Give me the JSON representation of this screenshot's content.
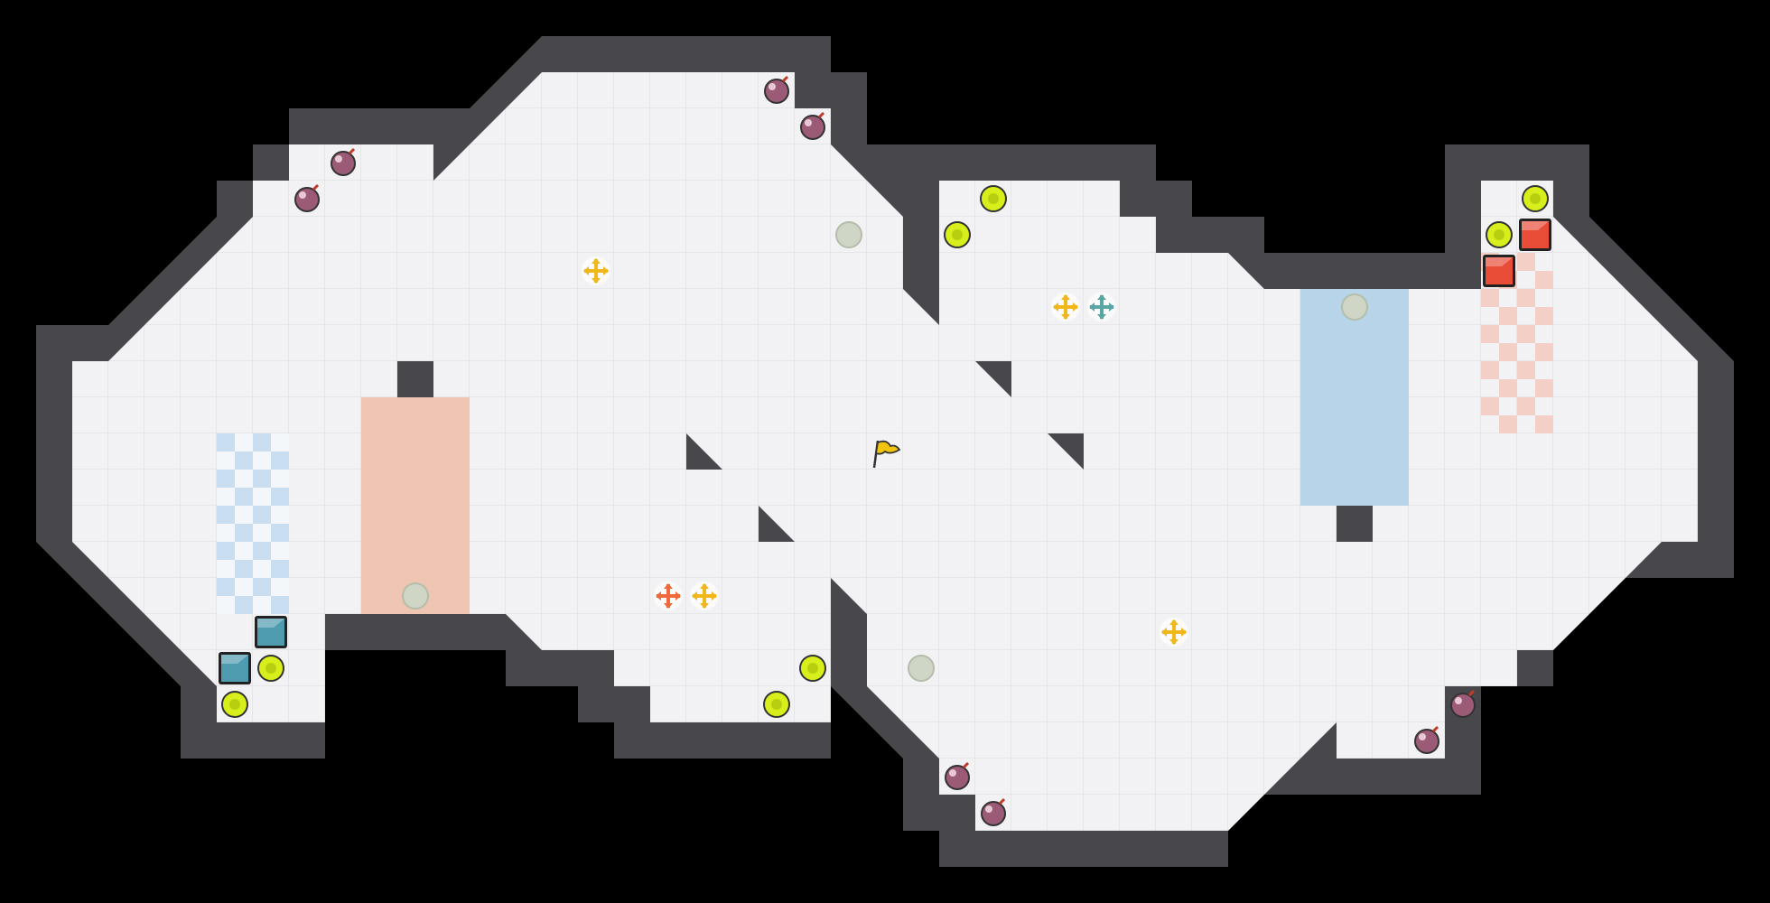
{
  "game": {
    "name": "",
    "cell_size_px_source": 32
  },
  "colors": {
    "background": "#000000",
    "wall": "#48484c",
    "floor": "#f2f2f4",
    "grid": "#dedee2",
    "salmon_zone": "#efc6b4",
    "blue_zone": "#b7d4e8",
    "blue_check_a": "#c9def0",
    "blue_check_b": "#f4f7fa",
    "pink_check": "#f3cfc6",
    "yellow_coin": "#d9ef1c",
    "grey_pad": "#cfd6c6",
    "bomb": "#9b5a76",
    "red_block": "#e94d38",
    "teal_block": "#4f9bb0",
    "flag": "#f1c40f"
  },
  "entities": {
    "flag": {
      "icon": "flag-icon",
      "col": 24,
      "row": 12
    },
    "yellow_coins": [
      {
        "col": 27,
        "row": 5
      },
      {
        "col": 26,
        "row": 6
      },
      {
        "col": 42,
        "row": 5
      },
      {
        "col": 41,
        "row": 6
      },
      {
        "col": 7,
        "row": 18
      },
      {
        "col": 6,
        "row": 19
      },
      {
        "col": 22,
        "row": 18
      },
      {
        "col": 21,
        "row": 19
      }
    ],
    "grey_pads": [
      {
        "col": 23,
        "row": 6
      },
      {
        "col": 37,
        "row": 8
      },
      {
        "col": 11,
        "row": 16
      },
      {
        "col": 25,
        "row": 18
      }
    ],
    "bombs": [
      {
        "col": 21,
        "row": 2
      },
      {
        "col": 22,
        "row": 3
      },
      {
        "col": 9,
        "row": 4
      },
      {
        "col": 8,
        "row": 5
      },
      {
        "col": 40,
        "row": 19
      },
      {
        "col": 39,
        "row": 20
      },
      {
        "col": 26,
        "row": 21
      },
      {
        "col": 27,
        "row": 22
      }
    ],
    "crosses": [
      {
        "col": 16,
        "row": 7,
        "color": "yellow"
      },
      {
        "col": 29,
        "row": 8,
        "color": "yellow"
      },
      {
        "col": 30,
        "row": 8,
        "color": "teal"
      },
      {
        "col": 18,
        "row": 16,
        "color": "orange"
      },
      {
        "col": 19,
        "row": 16,
        "color": "yellow"
      },
      {
        "col": 32,
        "row": 17,
        "color": "yellow"
      }
    ],
    "red_blocks": [
      {
        "col": 42,
        "row": 6
      },
      {
        "col": 41,
        "row": 7
      }
    ],
    "teal_blocks": [
      {
        "col": 7,
        "row": 17
      },
      {
        "col": 6,
        "row": 18
      }
    ]
  }
}
